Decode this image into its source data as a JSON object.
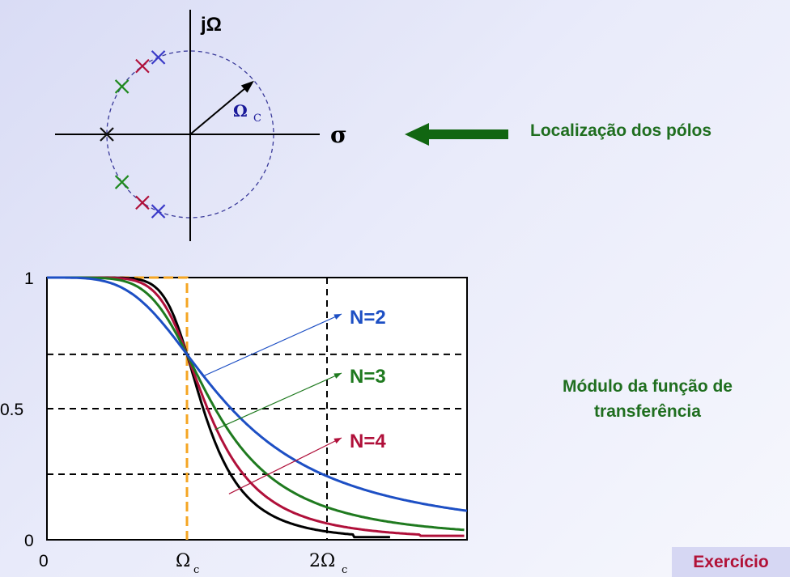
{
  "pole_diagram": {
    "axis_imag_label": "jΩ",
    "axis_real_label": "σ",
    "radius_label": "Ω",
    "radius_subscript": "C",
    "pole_colors": {
      "N=2": "#3a3ac8",
      "N=3": "#1f8a1f",
      "N=4": "#b0103a",
      "real": "#111111"
    },
    "poles": [
      {
        "group": "N=2",
        "angle_deg": 112.5
      },
      {
        "group": "N=2",
        "angle_deg": 247.5
      },
      {
        "group": "N=4",
        "angle_deg": 125.0
      },
      {
        "group": "N=4",
        "angle_deg": 235.0
      },
      {
        "group": "N=3",
        "angle_deg": 145.0
      },
      {
        "group": "N=3",
        "angle_deg": 215.0
      },
      {
        "group": "real",
        "angle_deg": 180.0
      }
    ]
  },
  "labels": {
    "pole_location": "Localização dos pólos",
    "transfer_module_line1": "Módulo da função de",
    "transfer_module_line2": "transferência",
    "exercise": "Exercício"
  },
  "chart_data": {
    "type": "line",
    "xlim": [
      0,
      3
    ],
    "ylim": [
      0,
      1
    ],
    "x_ticks": [
      {
        "value": 0,
        "label": "0",
        "sub": ""
      },
      {
        "value": 1,
        "label": "Ω",
        "sub": "c"
      },
      {
        "value": 2,
        "label": "2Ω",
        "sub": "c"
      }
    ],
    "y_ticks": [
      {
        "value": 0,
        "label": "0"
      },
      {
        "value": 0.5,
        "label": "0.5"
      },
      {
        "value": 1,
        "label": "1"
      }
    ],
    "h_refs": [
      0.25,
      0.5,
      0.7071
    ],
    "v_refs": [
      1,
      2
    ],
    "ideal_cutoff": 1,
    "colors": {
      "ideal": "#f5a623",
      "N=2": "#1d4fc4",
      "N=3": "#1f7a1f",
      "N=4": "#b0103a",
      "extra": "#000000"
    },
    "series": [
      {
        "name": "N=2",
        "order": 2
      },
      {
        "name": "N=3",
        "order": 3
      },
      {
        "name": "N=4",
        "order": 4
      },
      {
        "name": "",
        "order": 5
      }
    ]
  }
}
